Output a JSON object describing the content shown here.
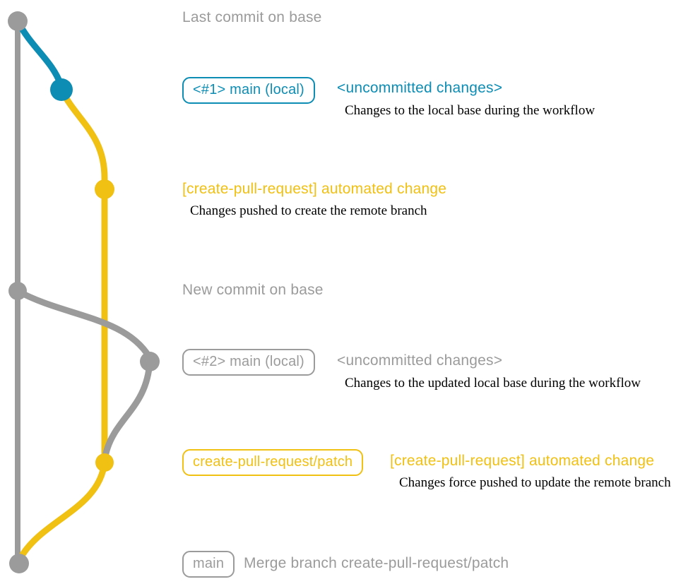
{
  "colors": {
    "gray": "#9b9b9b",
    "teal": "#0d8db4",
    "yellow": "#f0c013",
    "caption_text": "#000000"
  },
  "graph": {
    "branches": [
      {
        "name": "base",
        "color": "#9b9b9b"
      },
      {
        "name": "local-main",
        "color": "#0d8db4"
      },
      {
        "name": "create-pull-request-patch",
        "color": "#f0c013"
      }
    ]
  },
  "annotations": {
    "last_commit_on_base": "Last commit on base",
    "new_commit_on_base": "New commit on base"
  },
  "rows": {
    "r1": {
      "badge": "<#1> main (local)",
      "message": "<uncommitted changes>",
      "caption": "Changes to the local base during the workflow"
    },
    "r2": {
      "message": "[create-pull-request] automated change",
      "caption": "Changes pushed to create the remote branch"
    },
    "r3": {
      "badge": "<#2> main (local)",
      "message": "<uncommitted changes>",
      "caption": "Changes to the updated local base during the workflow"
    },
    "r4": {
      "badge": "create-pull-request/patch",
      "message": "[create-pull-request] automated change",
      "caption": "Changes force pushed to update the remote branch"
    },
    "r5": {
      "badge": "main",
      "message": "Merge branch create-pull-request/patch"
    }
  }
}
